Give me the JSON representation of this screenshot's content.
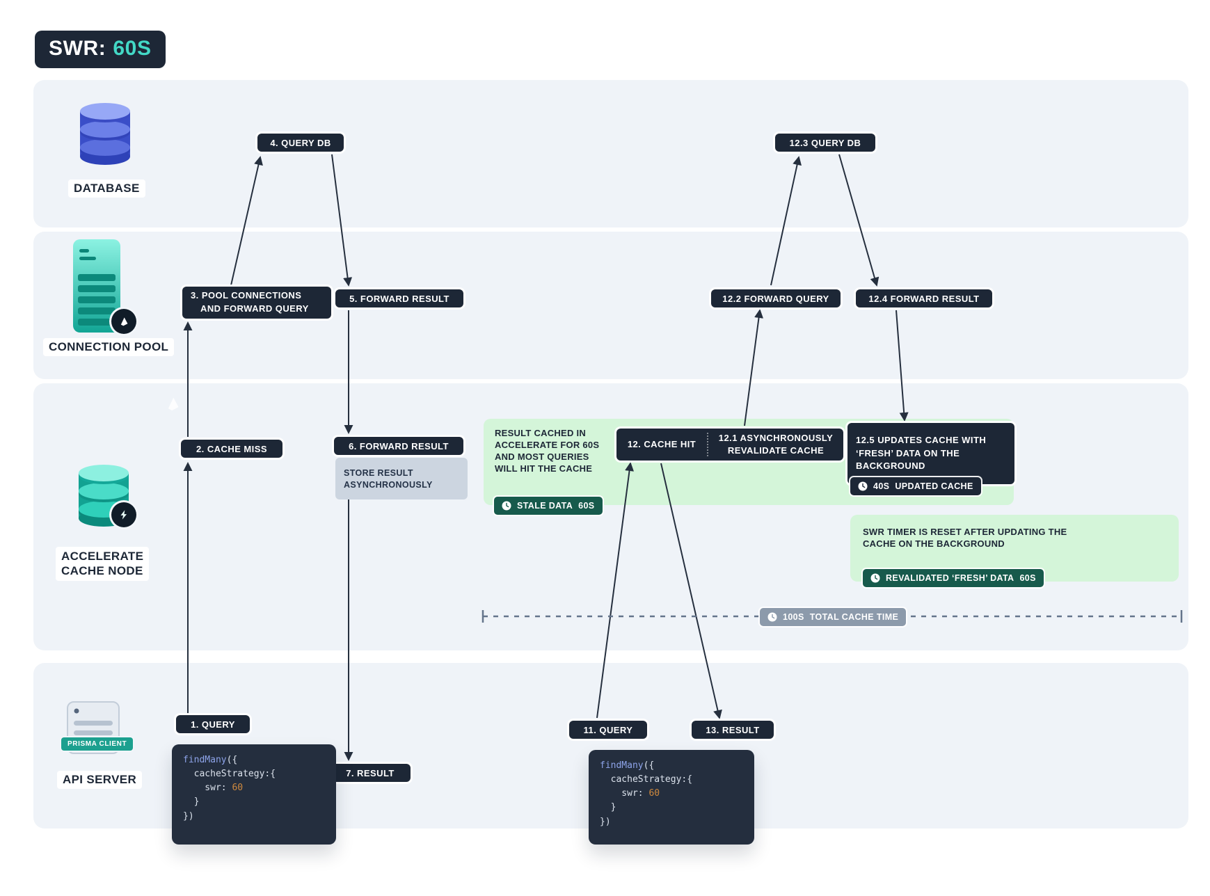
{
  "title": {
    "prefix": "SWR:",
    "value": "60S"
  },
  "colors": {
    "badge_dark": "#1d2736",
    "accent_teal": "#43d8c6",
    "green_panel": "#d4f5d9",
    "green_badge": "#175a4c",
    "gray_badge": "#8c9aab",
    "lane_bg": "#eff3f8"
  },
  "lanes": [
    {
      "label": "DATABASE"
    },
    {
      "label": "CONNECTION POOL"
    },
    {
      "label_line1": "ACCELERATE",
      "label_line2": "CACHE NODE"
    },
    {
      "label": "API SERVER",
      "chip": "PRISMA CLIENT"
    }
  ],
  "steps": {
    "s1": "1. QUERY",
    "s2": "2. CACHE MISS",
    "s3a": "3. POOL CONNECTIONS",
    "s3b": "AND FORWARD QUERY",
    "s4": "4. QUERY DB",
    "s5": "5. FORWARD RESULT",
    "s6": "6. FORWARD RESULT",
    "s6_sub_a": "STORE RESULT",
    "s6_sub_b": "ASYNCHRONOUSLY",
    "s7": "7. RESULT",
    "s11": "11. QUERY",
    "s12": "12. CACHE HIT",
    "s12_1": "12.1 ASYNCHRONOUSLY REVALIDATE CACHE",
    "s12_2": "12.2 FORWARD QUERY",
    "s12_3": "12.3 QUERY DB",
    "s12_4": "12.4 FORWARD RESULT",
    "s12_5": "12.5 UPDATES CACHE WITH ‘FRESH’ DATA ON THE BACKGROUND",
    "s13": "13. RESULT"
  },
  "notes": {
    "cache_note": "RESULT CACHED IN ACCELERATE FOR 60S AND MOST QUERIES WILL HIT THE CACHE",
    "swr_note": "SWR TIMER IS RESET AFTER UPDATING THE CACHE ON THE BACKGROUND"
  },
  "badges": {
    "stale": {
      "label": "STALE DATA",
      "value": "60S"
    },
    "updated": {
      "value": "40S",
      "label": "UPDATED CACHE"
    },
    "revalidated": {
      "label": "REVALIDATED ‘FRESH’ DATA",
      "value": "60S"
    },
    "total": {
      "value": "100S",
      "label": "TOTAL CACHE TIME"
    }
  },
  "code": {
    "fn": "findMany",
    "open": "({",
    "line2": "  cacheStrategy:{",
    "key": "    swr: ",
    "value": "60",
    "close_inner": "  }",
    "close_outer": "})"
  }
}
